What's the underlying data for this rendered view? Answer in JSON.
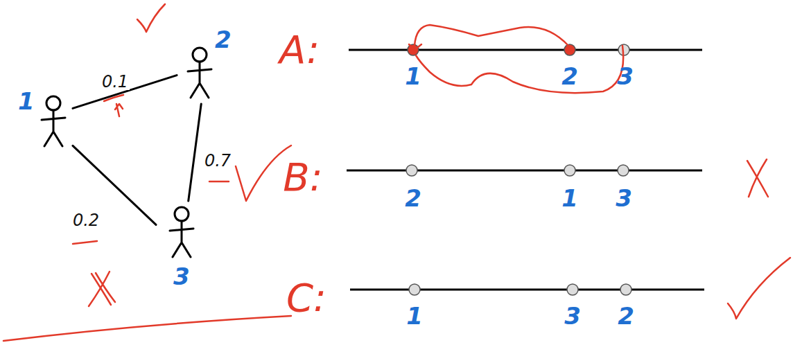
{
  "diagram": {
    "nodes": [
      {
        "text": [
          "1"
        ]
      },
      {
        "text": [
          "2"
        ]
      },
      {
        "text": [
          "3"
        ]
      }
    ],
    "edges": [
      {
        "from": 0,
        "to": 1,
        "arrow": "none",
        "label": "0.1"
      },
      {
        "from": 1,
        "to": 2,
        "arrow": "none",
        "label": "0.7"
      },
      {
        "from": 0,
        "to": 2,
        "arrow": "none",
        "label": "0.2"
      }
    ],
    "labels": [
      "A:",
      "1",
      "2",
      "3",
      "B:",
      "2",
      "1",
      "3",
      "C:",
      "1",
      "3",
      "2"
    ]
  }
}
